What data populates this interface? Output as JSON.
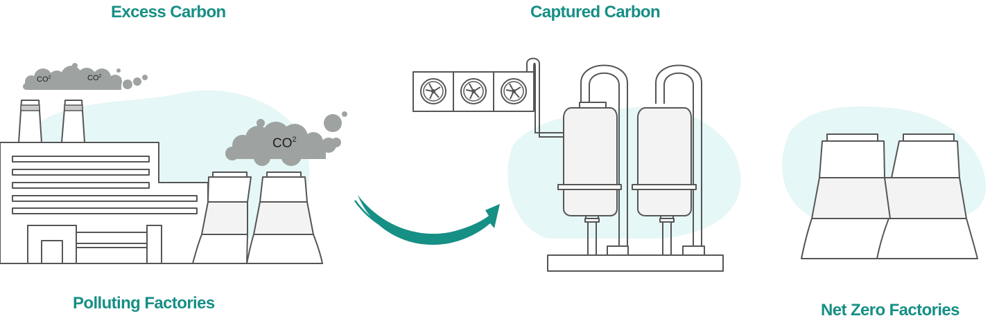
{
  "labels": {
    "excess_carbon": "Excess Carbon",
    "captured_carbon": "Captured Carbon",
    "polluting_factories": "Polluting Factories",
    "net_zero_factories": "Net Zero Factories"
  },
  "smoke": {
    "co2_small_1": "CO",
    "co2_small_1_sub": "2",
    "co2_small_2": "CO",
    "co2_small_2_sub": "2",
    "co2_large": "CO",
    "co2_large_sub": "2"
  },
  "colors": {
    "label_teal": "#168f85",
    "arrow_teal": "#168f85",
    "glow": "#e5f7f6",
    "smoke_grey": "#9ea3a1",
    "outline": "#555555"
  },
  "icons": [
    "factory-icon",
    "cooling-tower-icon",
    "smoke-cloud-icon",
    "fan-icon",
    "carbon-capture-tank-icon",
    "curved-arrow-icon"
  ]
}
